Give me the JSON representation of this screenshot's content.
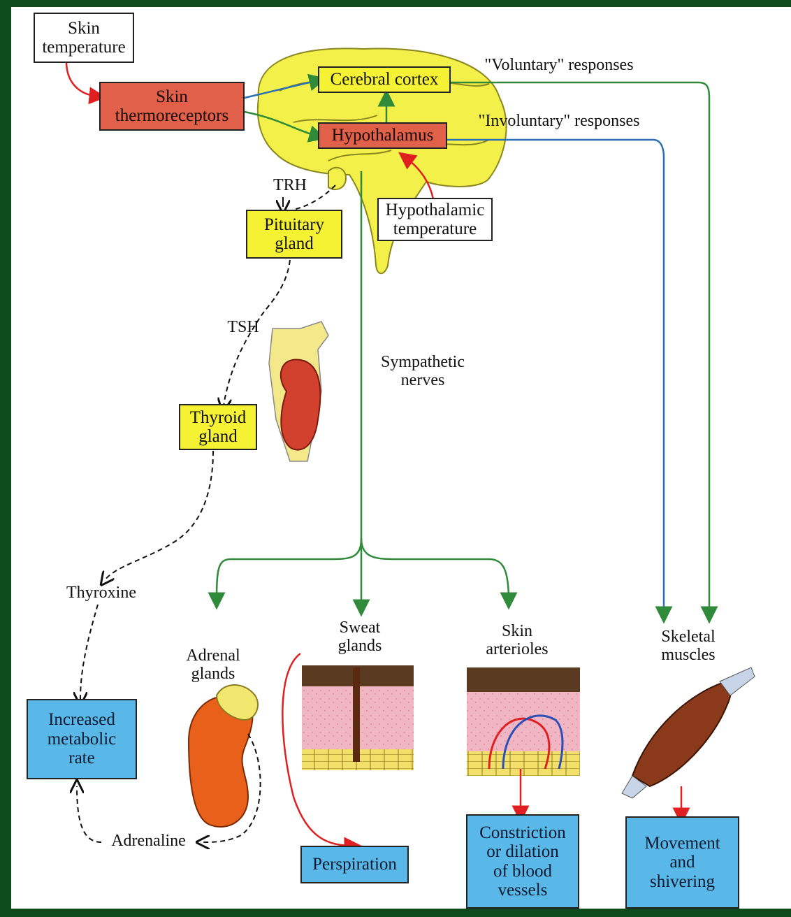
{
  "boxes": {
    "skin_temperature": "Skin\ntemperature",
    "skin_thermoreceptors": "Skin\nthermoreceptors",
    "cerebral_cortex": "Cerebral cortex",
    "hypothalamus": "Hypothalamus",
    "hypothalamic_temperature": "Hypothalamic\ntemperature",
    "pituitary_gland": "Pituitary\ngland",
    "thyroid_gland": "Thyroid\ngland",
    "increased_metabolic_rate": "Increased\nmetabolic\nrate",
    "perspiration": "Perspiration",
    "constriction": "Constriction\nor dilation\nof blood\nvessels",
    "movement": "Movement\nand\nshivering"
  },
  "labels": {
    "voluntary": "\"Voluntary\" responses",
    "involuntary": "\"Involuntary\" responses",
    "trh": "TRH",
    "tsh": "TSH",
    "sympathetic": "Sympathetic\nnerves",
    "thyroxine": "Thyroxine",
    "adrenal": "Adrenal\nglands",
    "sweat": "Sweat\nglands",
    "skin_arterioles": "Skin\narterioles",
    "skeletal": "Skeletal\nmuscles",
    "adrenaline": "Adrenaline"
  },
  "colors": {
    "brain": "#f3f04a",
    "frame": "#0d4a1c",
    "nerve_green": "#2f8a3a",
    "nerve_blue": "#2c6fb5",
    "signal_red": "#e02020"
  }
}
